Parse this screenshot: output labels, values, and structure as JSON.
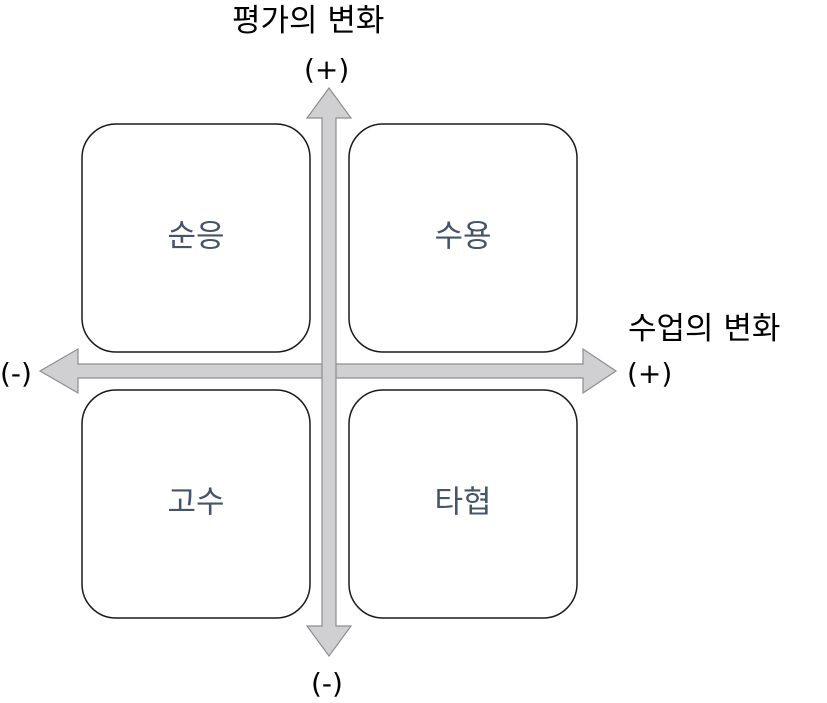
{
  "vertical_axis": {
    "title": "평가의 변화",
    "positive": "(+)",
    "negative": "(-)"
  },
  "horizontal_axis": {
    "title": "수업의 변화",
    "positive": "(+)",
    "negative": "(-)"
  },
  "quadrants": {
    "top_left": "순응",
    "top_right": "수용",
    "bottom_left": "고수",
    "bottom_right": "타협"
  },
  "colors": {
    "axis_fill": "#d0d0d3",
    "axis_stroke": "#8e8e92",
    "box_stroke": "#1a1a1a",
    "box_text": "#44546a",
    "label_text": "#000000"
  }
}
